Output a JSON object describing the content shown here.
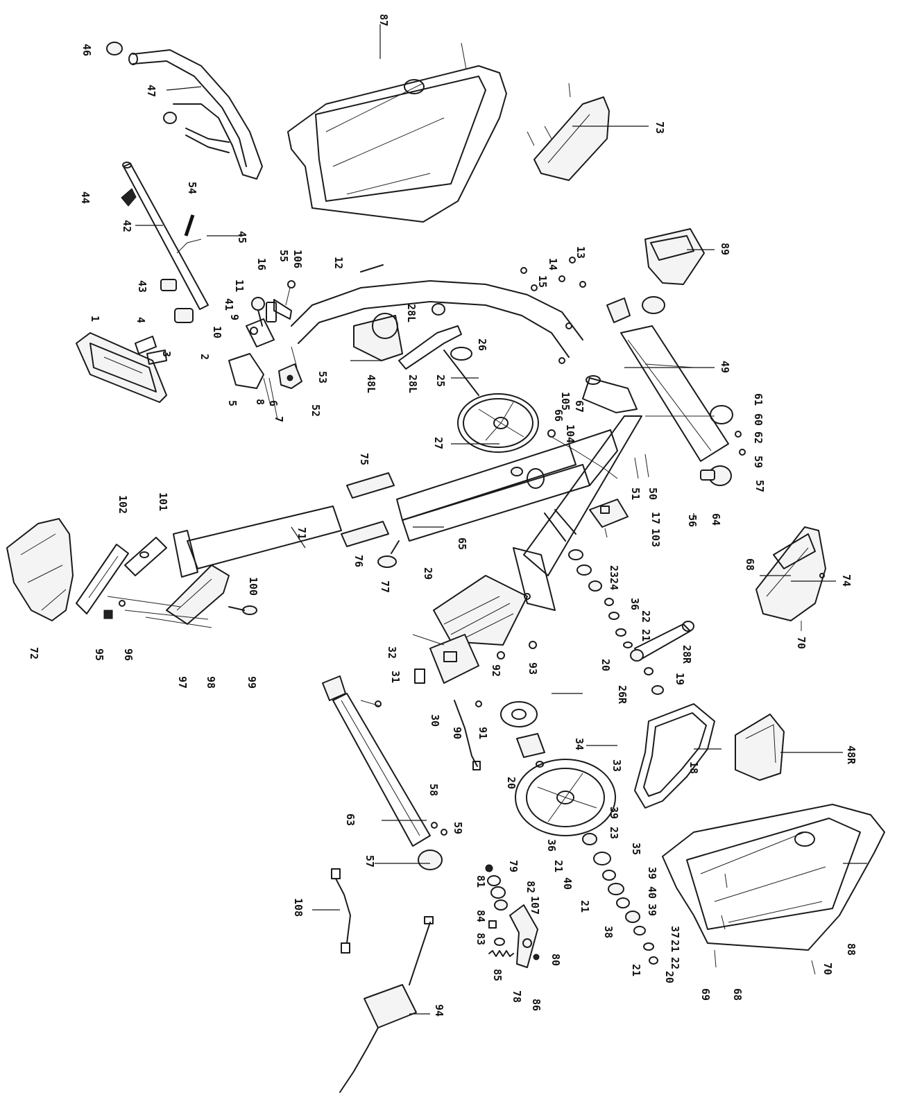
{
  "callouts": [
    {
      "id": "c87",
      "text": "87"
    },
    {
      "id": "c46",
      "text": "46"
    },
    {
      "id": "c47",
      "text": "47"
    },
    {
      "id": "c73",
      "text": "73"
    },
    {
      "id": "c44",
      "text": "44"
    },
    {
      "id": "c54",
      "text": "54"
    },
    {
      "id": "c42",
      "text": "42"
    },
    {
      "id": "c45",
      "text": "45"
    },
    {
      "id": "c89",
      "text": "89"
    },
    {
      "id": "c13",
      "text": "13"
    },
    {
      "id": "c14",
      "text": "14"
    },
    {
      "id": "c15",
      "text": "15"
    },
    {
      "id": "c106",
      "text": "106"
    },
    {
      "id": "c55",
      "text": "55"
    },
    {
      "id": "c16",
      "text": "16"
    },
    {
      "id": "c12",
      "text": "12"
    },
    {
      "id": "c43",
      "text": "43"
    },
    {
      "id": "c11",
      "text": "11"
    },
    {
      "id": "c41",
      "text": "41"
    },
    {
      "id": "c9",
      "text": "9"
    },
    {
      "id": "c10",
      "text": "10"
    },
    {
      "id": "c1",
      "text": "1"
    },
    {
      "id": "c4",
      "text": "4"
    },
    {
      "id": "c3",
      "text": "3"
    },
    {
      "id": "c2",
      "text": "2"
    },
    {
      "id": "c5",
      "text": "5"
    },
    {
      "id": "c8",
      "text": "8"
    },
    {
      "id": "c6",
      "text": "6"
    },
    {
      "id": "c7",
      "text": "7"
    },
    {
      "id": "c52",
      "text": "52"
    },
    {
      "id": "c53",
      "text": "53"
    },
    {
      "id": "c28L",
      "text": "28L"
    },
    {
      "id": "c26",
      "text": "26"
    },
    {
      "id": "c48L",
      "text": "48L"
    },
    {
      "id": "c28L2",
      "text": "28L"
    },
    {
      "id": "c25",
      "text": "25"
    },
    {
      "id": "c49",
      "text": "49"
    },
    {
      "id": "c61",
      "text": "61"
    },
    {
      "id": "c60",
      "text": "60"
    },
    {
      "id": "c62",
      "text": "62"
    },
    {
      "id": "c59",
      "text": "59"
    },
    {
      "id": "c105",
      "text": "105"
    },
    {
      "id": "c66",
      "text": "66"
    },
    {
      "id": "c104",
      "text": "104"
    },
    {
      "id": "c67",
      "text": "67"
    },
    {
      "id": "c27",
      "text": "27"
    },
    {
      "id": "c75",
      "text": "75"
    },
    {
      "id": "c51",
      "text": "51"
    },
    {
      "id": "c50",
      "text": "50"
    },
    {
      "id": "c57",
      "text": "57"
    },
    {
      "id": "c64",
      "text": "64"
    },
    {
      "id": "c56",
      "text": "56"
    },
    {
      "id": "c17",
      "text": "17"
    },
    {
      "id": "c103",
      "text": "103"
    },
    {
      "id": "c102",
      "text": "102"
    },
    {
      "id": "c101",
      "text": "101"
    },
    {
      "id": "c71",
      "text": "71"
    },
    {
      "id": "c65",
      "text": "65"
    },
    {
      "id": "c76",
      "text": "76"
    },
    {
      "id": "c77",
      "text": "77"
    },
    {
      "id": "c29",
      "text": "29"
    },
    {
      "id": "c2324",
      "text": "2324"
    },
    {
      "id": "c36",
      "text": "36"
    },
    {
      "id": "c22",
      "text": "22"
    },
    {
      "id": "c21",
      "text": "21"
    },
    {
      "id": "c20",
      "text": "20"
    },
    {
      "id": "c28R",
      "text": "28R"
    },
    {
      "id": "c19",
      "text": "19"
    },
    {
      "id": "c26R",
      "text": "26R"
    },
    {
      "id": "c68",
      "text": "68"
    },
    {
      "id": "c74",
      "text": "74"
    },
    {
      "id": "c70",
      "text": "70"
    },
    {
      "id": "c72",
      "text": "72"
    },
    {
      "id": "c100",
      "text": "100"
    },
    {
      "id": "c95",
      "text": "95"
    },
    {
      "id": "c96",
      "text": "96"
    },
    {
      "id": "c97",
      "text": "97"
    },
    {
      "id": "c98",
      "text": "98"
    },
    {
      "id": "c99",
      "text": "99"
    },
    {
      "id": "c32",
      "text": "32"
    },
    {
      "id": "c31",
      "text": "31"
    },
    {
      "id": "c30",
      "text": "30"
    },
    {
      "id": "c92",
      "text": "92"
    },
    {
      "id": "c93",
      "text": "93"
    },
    {
      "id": "c90",
      "text": "90"
    },
    {
      "id": "c91",
      "text": "91"
    },
    {
      "id": "c34",
      "text": "34"
    },
    {
      "id": "c18",
      "text": "18"
    },
    {
      "id": "c48R",
      "text": "48R"
    },
    {
      "id": "c33",
      "text": "33"
    },
    {
      "id": "c20b",
      "text": "20"
    },
    {
      "id": "c58",
      "text": "58"
    },
    {
      "id": "c63",
      "text": "63"
    },
    {
      "id": "c59b",
      "text": "59"
    },
    {
      "id": "c57b",
      "text": "57"
    },
    {
      "id": "c39",
      "text": "39"
    },
    {
      "id": "c36b",
      "text": "36"
    },
    {
      "id": "c23",
      "text": "23"
    },
    {
      "id": "c21b",
      "text": "21"
    },
    {
      "id": "c35",
      "text": "35"
    },
    {
      "id": "c40",
      "text": "40"
    },
    {
      "id": "c39b",
      "text": "39"
    },
    {
      "id": "c40b",
      "text": "40"
    },
    {
      "id": "c79",
      "text": "79"
    },
    {
      "id": "c81",
      "text": "81"
    },
    {
      "id": "c82",
      "text": "82"
    },
    {
      "id": "c107",
      "text": "107"
    },
    {
      "id": "c21c",
      "text": "21"
    },
    {
      "id": "c39c",
      "text": "39"
    },
    {
      "id": "c88",
      "text": "88"
    },
    {
      "id": "c108",
      "text": "108"
    },
    {
      "id": "c84",
      "text": "84"
    },
    {
      "id": "c83",
      "text": "83"
    },
    {
      "id": "c80",
      "text": "80"
    },
    {
      "id": "c38",
      "text": "38"
    },
    {
      "id": "c37",
      "text": "37"
    },
    {
      "id": "c21d",
      "text": "21"
    },
    {
      "id": "c85",
      "text": "85"
    },
    {
      "id": "c22b",
      "text": "22"
    },
    {
      "id": "c20c",
      "text": "20"
    },
    {
      "id": "c21e",
      "text": "21"
    },
    {
      "id": "c70b",
      "text": "70"
    },
    {
      "id": "c78",
      "text": "78"
    },
    {
      "id": "c86",
      "text": "86"
    },
    {
      "id": "c69",
      "text": "69"
    },
    {
      "id": "c68b",
      "text": "68"
    },
    {
      "id": "c94",
      "text": "94"
    }
  ]
}
